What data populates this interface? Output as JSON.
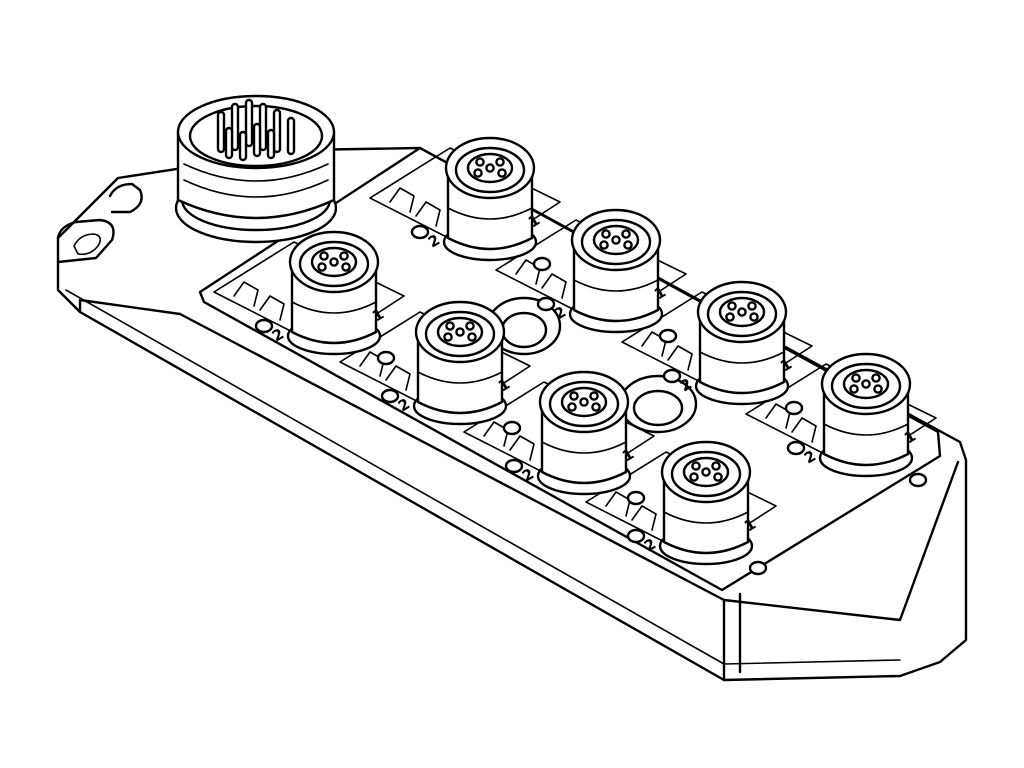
{
  "title": "",
  "ports": [
    {
      "id": 1,
      "label_a": "2",
      "label_b": "1"
    },
    {
      "id": 2,
      "label_a": "2",
      "label_b": "1"
    },
    {
      "id": 3,
      "label_a": "2",
      "label_b": "1"
    },
    {
      "id": 4,
      "label_a": "2",
      "label_b": "1"
    },
    {
      "id": 5,
      "label_a": "2",
      "label_b": "1"
    },
    {
      "id": 6,
      "label_a": "2",
      "label_b": "1"
    },
    {
      "id": 7,
      "label_a": "2",
      "label_b": "1"
    },
    {
      "id": 8,
      "label_a": "2",
      "label_b": "1"
    }
  ],
  "colors": {
    "stroke": "#000000",
    "background": "#ffffff"
  }
}
